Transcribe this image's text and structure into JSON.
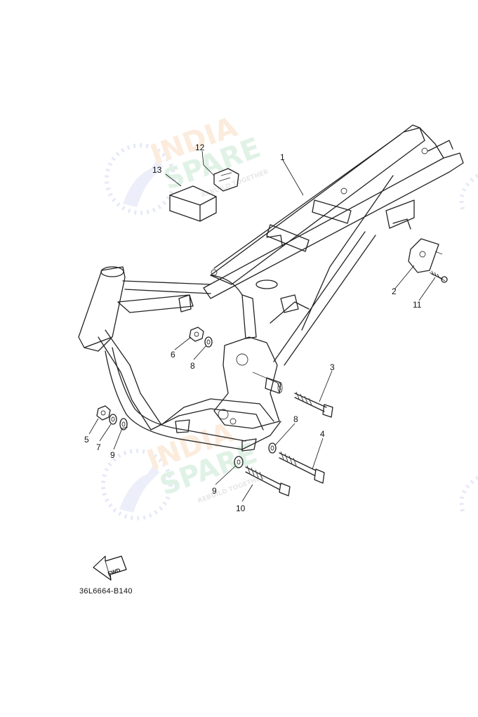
{
  "diagram": {
    "drawing_code": "36L6664-B140",
    "direction_marker": "FWD",
    "watermark": {
      "brand_top": "INDIA",
      "brand_bottom": "SPARE",
      "tagline": "REBUILD TOGETHER"
    },
    "callouts": [
      {
        "id": "c1",
        "label": "1"
      },
      {
        "id": "c2",
        "label": "2"
      },
      {
        "id": "c3",
        "label": "3"
      },
      {
        "id": "c4",
        "label": "4"
      },
      {
        "id": "c5",
        "label": "5"
      },
      {
        "id": "c6",
        "label": "6"
      },
      {
        "id": "c7",
        "label": "7"
      },
      {
        "id": "c8a",
        "label": "8"
      },
      {
        "id": "c8b",
        "label": "8"
      },
      {
        "id": "c9a",
        "label": "9"
      },
      {
        "id": "c9b",
        "label": "9"
      },
      {
        "id": "c10",
        "label": "10"
      },
      {
        "id": "c11",
        "label": "11"
      },
      {
        "id": "c12",
        "label": "12"
      },
      {
        "id": "c13",
        "label": "13"
      }
    ]
  }
}
